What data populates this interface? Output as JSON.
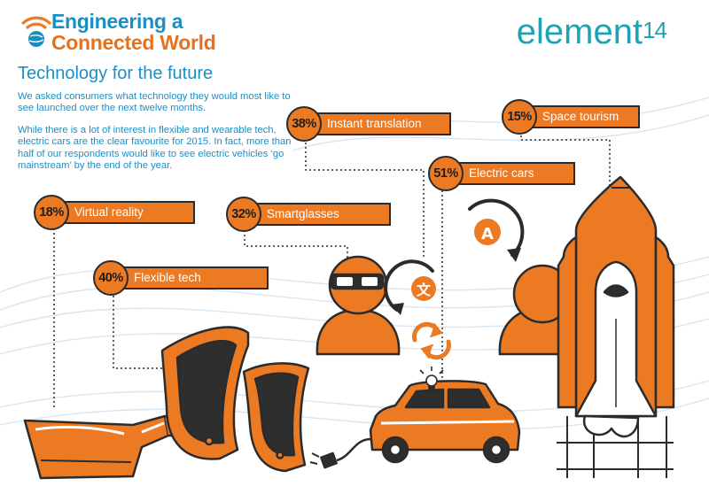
{
  "header": {
    "title_line1": "Engineering a",
    "title_line2": "Connected World",
    "brand_text": "element",
    "brand_number": "14"
  },
  "section": {
    "title": "Technology for the future",
    "paragraph1": "We asked consumers what technology they would most like to see launched over the next twelve months.",
    "paragraph2": "While there is a lot of interest in flexible and wearable tech, electric cars are the clear favourite for 2015. In fact, more than half of our respondents would like to see electric vehicles ‘go mainstream’ by the end of the year."
  },
  "stats": [
    {
      "percent": "38%",
      "label": "Instant translation",
      "value": 38
    },
    {
      "percent": "15%",
      "label": "Space tourism",
      "value": 15
    },
    {
      "percent": "51%",
      "label": "Electric cars",
      "value": 51
    },
    {
      "percent": "18%",
      "label": "Virtual reality",
      "value": 18
    },
    {
      "percent": "32%",
      "label": "Smartglasses",
      "value": 32
    },
    {
      "percent": "40%",
      "label": "Flexible tech",
      "value": 40
    }
  ],
  "icons": {
    "translation_glyph_cjk": "文",
    "translation_glyph_latin": "A"
  },
  "colors": {
    "accent_orange": "#ec7a23",
    "brand_blue": "#1b8fc4",
    "brand_teal": "#1fa3b4",
    "outline": "#2b2b2b"
  }
}
